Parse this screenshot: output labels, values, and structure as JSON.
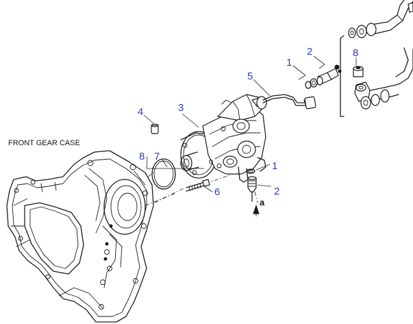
{
  "caption": "FRONT GEAR CASE",
  "callouts": {
    "c1_top": "1",
    "c2_top": "2",
    "c8_right": "8",
    "c5": "5",
    "c4": "4",
    "c3": "3",
    "c8_left": "8",
    "c7": "7",
    "c1_bottom": "1",
    "c2_bottom": "2",
    "c6": "6"
  },
  "flow_arrow_label": "a",
  "colors": {
    "line": "#1a1a1a",
    "callout": "#2a3fb8",
    "background": "#ffffff"
  }
}
